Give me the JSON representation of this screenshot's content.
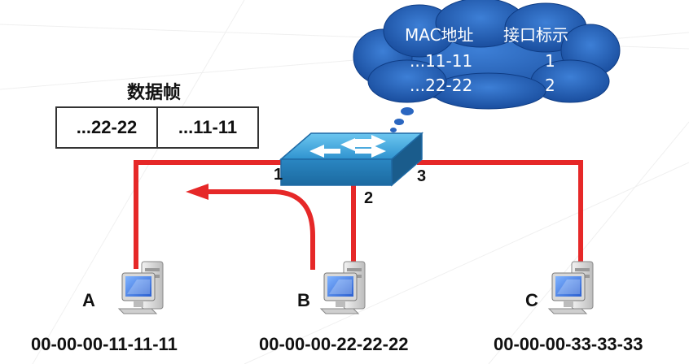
{
  "table": {
    "header_mac": "MAC地址",
    "header_port": "接口标示",
    "rows": [
      {
        "mac": "...11-11",
        "port": "1"
      },
      {
        "mac": "...22-22",
        "port": "2"
      }
    ]
  },
  "frame": {
    "title": "数据帧",
    "dest": "...22-22",
    "src": "...11-11"
  },
  "ports": {
    "p1": "1",
    "p2": "2",
    "p3": "3"
  },
  "hosts": [
    {
      "name": "A",
      "mac": "00-00-00-11-11-11"
    },
    {
      "name": "B",
      "mac": "00-00-00-22-22-22"
    },
    {
      "name": "C",
      "mac": "00-00-00-33-33-33"
    }
  ],
  "colors": {
    "link": "#e62828",
    "cloud": "#1f5fbf",
    "switch": "#3a9fd8"
  },
  "icons": [
    "switch-icon",
    "computer-icon",
    "cloud-bubble"
  ]
}
